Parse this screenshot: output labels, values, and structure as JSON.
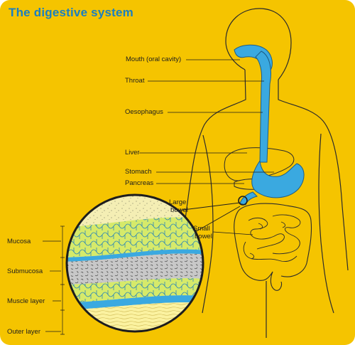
{
  "title": "The digestive system",
  "colors": {
    "background": "#f5c400",
    "title": "#1a7fc1",
    "tract": "#3aa9e0",
    "outline": "#222222"
  },
  "labels": {
    "mouth": "Mouth (oral cavity)",
    "throat": "Throat",
    "oesophagus": "Oesophagus",
    "liver": "Liver",
    "stomach": "Stomach",
    "pancreas": "Pancreas",
    "large_bowel": [
      "Large",
      "bowel"
    ],
    "small_bowel": [
      "Small",
      "bowel"
    ],
    "mucosa": "Mucosa",
    "submucosa": "Submucosa",
    "muscle_layer": "Muscle layer",
    "outer_layer": "Outer layer"
  }
}
